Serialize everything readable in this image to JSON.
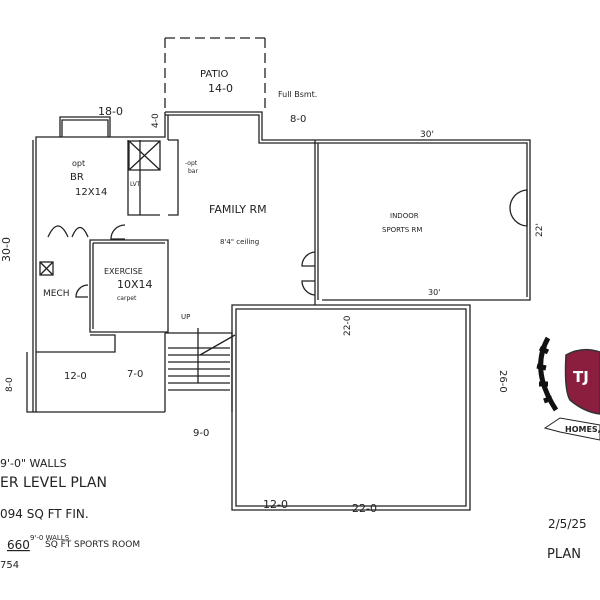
{
  "plan": {
    "patio": {
      "label": "PATIO",
      "dim": "14-0"
    },
    "full_bsmt": "Full Bsmt.",
    "dim_18": "18-0",
    "dim_4": "4-0",
    "dim_8": "8-0",
    "opt_br": {
      "label1": "opt",
      "label2": "BR",
      "dim": "12X14"
    },
    "lvt": "LVT",
    "opt_bar": {
      "label1": "-opt",
      "label2": "bar"
    },
    "family_rm": {
      "label": "FAMILY RM",
      "ceiling": "8'4\" ceiling"
    },
    "sports_rm": {
      "label1": "INDOOR",
      "label2": "SPORTS RM",
      "dim_top": "30'",
      "dim_bottom": "30'",
      "dim_left": "22-0",
      "dim_right": "22'"
    },
    "dim_30": "30-0",
    "exercise": {
      "label": "EXERCISE",
      "dim": "10X14",
      "note": "carpet"
    },
    "mech": "MECH",
    "up": "UP",
    "dim_12": "12-0",
    "dim_7": "7-0",
    "dim_8b": "8-0",
    "dim_9": "9-0",
    "dim_26": "26-0",
    "dim_12b": "12-0",
    "dim_22b": "22-0"
  },
  "notes": {
    "walls": "9'-0\" WALLS",
    "title": "ER LEVEL PLAN",
    "fin": "094 SQ FT FIN.",
    "sports_walls": "9'-0 WALLS",
    "sports_sqft_num": "660",
    "sports_sqft": "SQ FT SPORTS ROOM",
    "total": "754"
  },
  "stamp": {
    "date": "2/5/25",
    "plan": "PLAN"
  },
  "logo": {
    "letters": "TJ",
    "text": "HOMES,",
    "color": "#8b1e3f"
  }
}
